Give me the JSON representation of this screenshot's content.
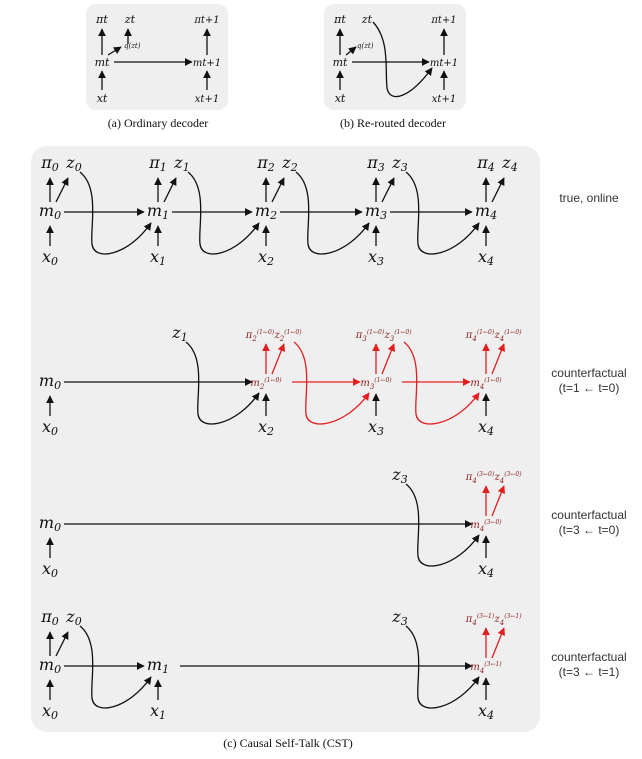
{
  "captions": {
    "a": "(a)  Ordinary decoder",
    "b": "(b)  Re-routed decoder",
    "c": "(c)  Causal Self-Talk (CST)"
  },
  "side_labels": {
    "row1": "true, online",
    "row2_line1": "counterfactual",
    "row2_line2": "(t=1 ← t=0)",
    "row3_line1": "counterfactual",
    "row3_line2": "(t=3 ← t=0)",
    "row4_line1": "counterfactual",
    "row4_line2": "(t=3 ← t=1)"
  },
  "small_diagram": {
    "pi_t": "πt",
    "z_t": "zt",
    "pi_t1": "πt+1",
    "m_t": "mt",
    "m_t1": "mt+1",
    "x_t": "xt",
    "x_t1": "xt+1",
    "q_label": "q(zt)"
  },
  "symbols": {
    "pi": "π",
    "z": "z",
    "m": "m",
    "x": "x",
    "cf_1_0": "(1←0)",
    "cf_3_0": "(3←0)",
    "cf_3_1": "(3←1)"
  },
  "colors": {
    "panel_bg": "#efefef",
    "counterfactual_red": "#e02020",
    "counterfactual_label": "#8b2323",
    "ink": "#111111"
  }
}
